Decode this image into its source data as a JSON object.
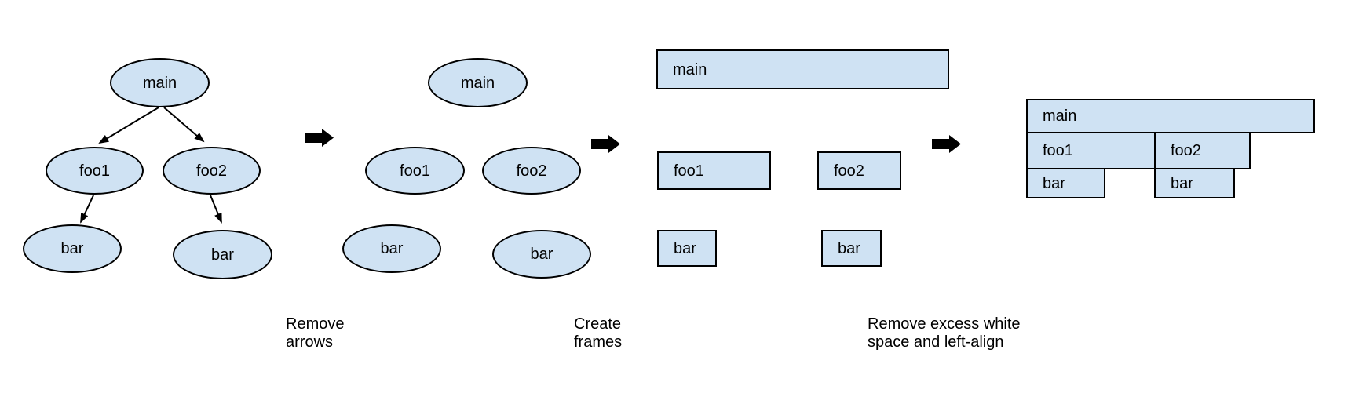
{
  "page": {
    "background": "#ffffff",
    "description": "Four-stage transformation of a call tree into a flame graph"
  },
  "colors": {
    "node_fill": "#cfe2f3",
    "node_stroke": "#000000",
    "arrow": "#000000",
    "text": "#000000"
  },
  "stages": {
    "tree": {
      "main": "main",
      "foo1": "foo1",
      "foo2": "foo2",
      "bar_left": "bar",
      "bar_right": "bar"
    },
    "no_arrows": {
      "main": "main",
      "foo1": "foo1",
      "foo2": "foo2",
      "bar_left": "bar",
      "bar_right": "bar"
    },
    "frames": {
      "main": "main",
      "foo1": "foo1",
      "foo2": "foo2",
      "bar_left": "bar",
      "bar_right": "bar"
    },
    "flame": {
      "main": "main",
      "foo1": "foo1",
      "foo2": "foo2",
      "bar_left": "bar",
      "bar_right": "bar"
    }
  },
  "captions": {
    "step1": [
      "Remove",
      "arrows"
    ],
    "step2": [
      "Create",
      "frames"
    ],
    "step3": [
      "Remove excess white",
      "space and left-align"
    ]
  }
}
